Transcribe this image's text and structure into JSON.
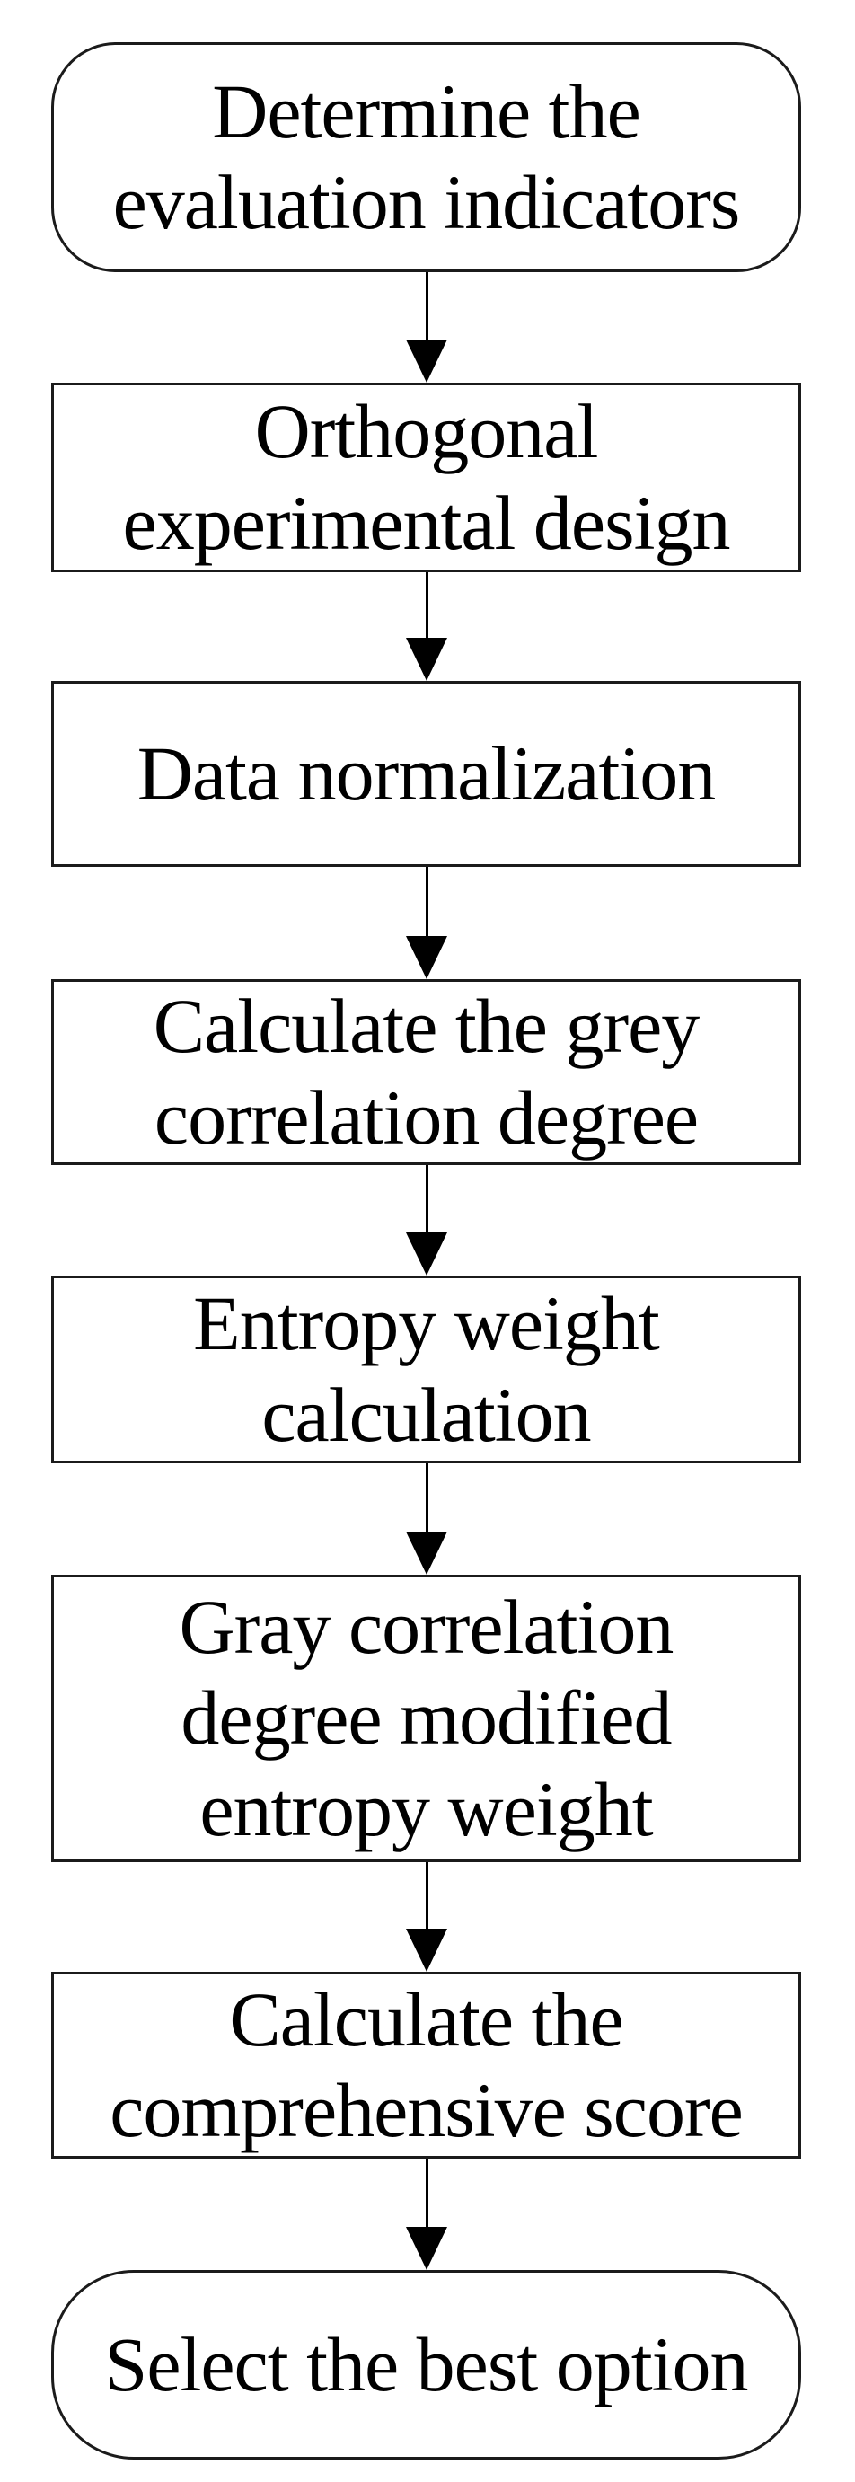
{
  "flowchart": {
    "type": "flowchart",
    "direction": "top-down",
    "colors": {
      "node_fill": "#ffffff",
      "node_border": "#1b1b1b",
      "text": "#000000",
      "arrow": "#000000",
      "background": "#ffffff"
    },
    "nodes": [
      {
        "id": 1,
        "shape": "terminator",
        "label": "Determine the\nevaluation indicators"
      },
      {
        "id": 2,
        "shape": "process",
        "label": "Orthogonal\nexperimental design"
      },
      {
        "id": 3,
        "shape": "process",
        "label": "Data normalization"
      },
      {
        "id": 4,
        "shape": "process",
        "label": "Calculate the grey\ncorrelation degree"
      },
      {
        "id": 5,
        "shape": "process",
        "label": "Entropy weight\ncalculation"
      },
      {
        "id": 6,
        "shape": "process",
        "label": "Gray correlation\ndegree modified\nentropy weight"
      },
      {
        "id": 7,
        "shape": "process",
        "label": "Calculate the\ncomprehensive score"
      },
      {
        "id": 8,
        "shape": "terminator",
        "label": "Select the best option"
      }
    ],
    "edges": [
      {
        "from": 1,
        "to": 2
      },
      {
        "from": 2,
        "to": 3
      },
      {
        "from": 3,
        "to": 4
      },
      {
        "from": 4,
        "to": 5
      },
      {
        "from": 5,
        "to": 6
      },
      {
        "from": 6,
        "to": 7
      },
      {
        "from": 7,
        "to": 8
      }
    ]
  }
}
